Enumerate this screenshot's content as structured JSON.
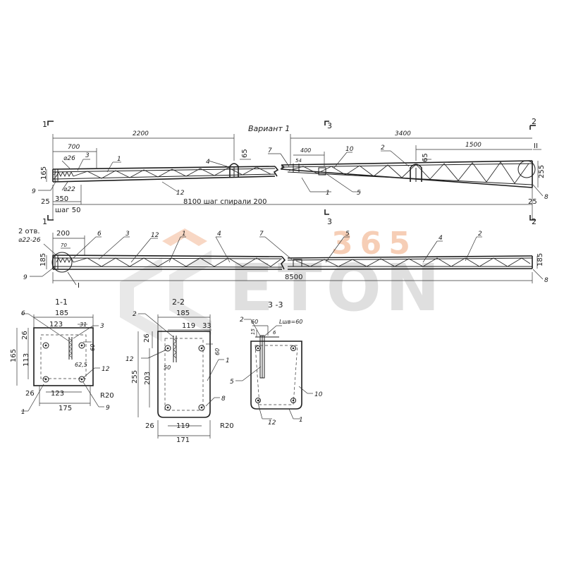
{
  "title": "Вариант 1",
  "watermark": {
    "number": "365",
    "brand": "ETON"
  },
  "elevation_top": {
    "dims": {
      "d2200": "2200",
      "d700": "700",
      "d3400": "3400",
      "d1500": "1500",
      "d400": "400",
      "d165": "165",
      "d255": "255",
      "d65a": "65",
      "d65b": "65",
      "d25a": "25",
      "d25b": "25",
      "d350": "350",
      "phi26": "⌀26",
      "phi22": "⌀22",
      "d54": "54"
    },
    "span_label": "8100 шаг спирали 200",
    "step_label": "шаг 50",
    "section_marks": {
      "s1a": "1",
      "s1b": "1",
      "s3a": "3",
      "s3b": "3",
      "s2a": "2",
      "s2b": "2"
    },
    "callouts": {
      "c3": "3",
      "c1": "1",
      "c4": "4",
      "c9": "9",
      "c12": "12",
      "c7": "7",
      "c10": "10",
      "c2": "2",
      "c1b": "1",
      "c5": "5",
      "c8": "8",
      "cII": "II"
    }
  },
  "elevation_bottom": {
    "dims": {
      "d200": "200",
      "d70": "70",
      "d185a": "185",
      "d185b": "185",
      "d8500": "8500"
    },
    "holes_label": "2 отв.",
    "holes_dia": "⌀22-26",
    "callouts": {
      "c6": "6",
      "c3": "3",
      "c12": "12",
      "c1": "1",
      "c4a": "4",
      "c7": "7",
      "c5": "5",
      "c4b": "4",
      "c2": "2",
      "c9": "9",
      "cI": "I",
      "c8": "8"
    }
  },
  "section_1_1": {
    "title": "1-1",
    "dims": {
      "w185": "185",
      "w123a": "123",
      "w31": "31",
      "h26a": "26",
      "h113": "113",
      "h165": "165",
      "h26b": "26",
      "w123b": "123",
      "w175": "175",
      "d60": "60",
      "d62_5": "62,5",
      "r20": "R20"
    },
    "callouts": {
      "c6": "6",
      "c3": "3",
      "c12": "12",
      "c1": "1",
      "c9": "9"
    }
  },
  "section_2_2": {
    "title": "2-2",
    "dims": {
      "w185": "185",
      "w119a": "119",
      "w33": "33",
      "h26": "26",
      "d60": "60",
      "d50": "50",
      "h255": "255",
      "h203": "203",
      "w26": "26",
      "w119b": "119",
      "w171": "171",
      "r20": "R20"
    },
    "callouts": {
      "c2": "2",
      "c12": "12",
      "c1": "1",
      "c8": "8"
    }
  },
  "section_3_3": {
    "title": "3 -3",
    "dims": {
      "d60": "60",
      "lwb": "Lшв=60",
      "d15": "15",
      "d6": "6"
    },
    "callouts": {
      "c2": "2",
      "c5": "5",
      "c10": "10",
      "c12": "12",
      "c1": "1"
    }
  }
}
